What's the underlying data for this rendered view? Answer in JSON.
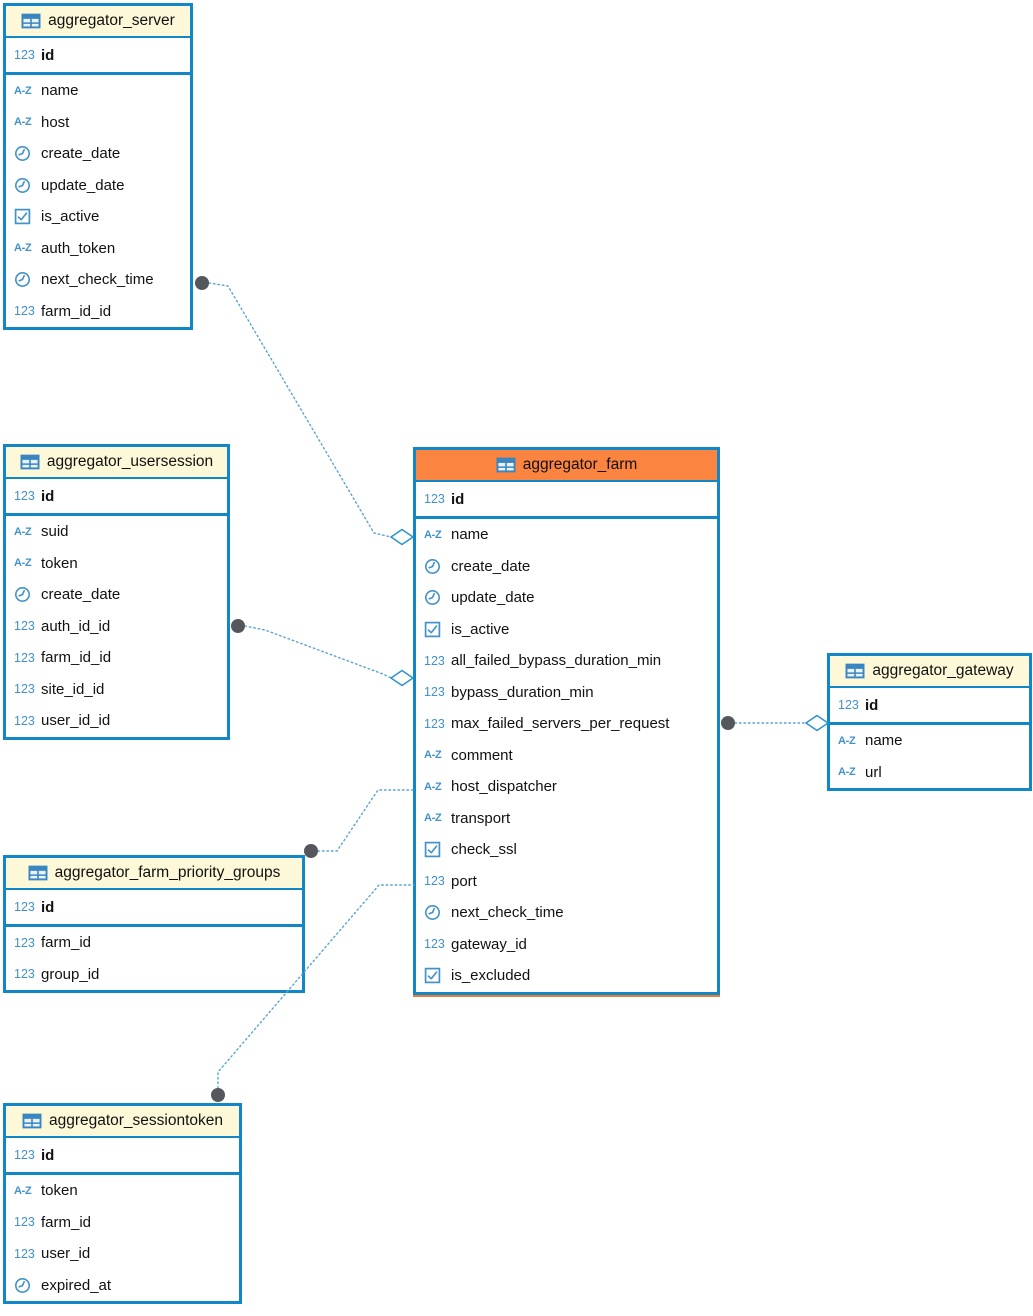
{
  "colors": {
    "table_border": "#1287c8",
    "header_yellow": "#fdf9d8",
    "header_orange": "#fb8440",
    "type_icon_blue": "#4292c8",
    "field_text": "#111111",
    "relation_line": "#5aa2d6",
    "relation_dot": "#54585c",
    "selection_orange": "#ed7d2e"
  },
  "icons": {
    "numeric": "123",
    "text": "A-Z",
    "datetime": "clock-icon",
    "boolean": "checkbox-icon",
    "table": "table-grid-icon"
  },
  "tables": {
    "server": {
      "title": "aggregator_server",
      "pk": "id",
      "fields": [
        {
          "name": "name",
          "type": "text"
        },
        {
          "name": "host",
          "type": "text"
        },
        {
          "name": "create_date",
          "type": "datetime"
        },
        {
          "name": "update_date",
          "type": "datetime"
        },
        {
          "name": "is_active",
          "type": "boolean"
        },
        {
          "name": "auth_token",
          "type": "text"
        },
        {
          "name": "next_check_time",
          "type": "datetime"
        },
        {
          "name": "farm_id_id",
          "type": "numeric"
        }
      ]
    },
    "usersession": {
      "title": "aggregator_usersession",
      "pk": "id",
      "fields": [
        {
          "name": "suid",
          "type": "text"
        },
        {
          "name": "token",
          "type": "text"
        },
        {
          "name": "create_date",
          "type": "datetime"
        },
        {
          "name": "auth_id_id",
          "type": "numeric"
        },
        {
          "name": "farm_id_id",
          "type": "numeric"
        },
        {
          "name": "site_id_id",
          "type": "numeric"
        },
        {
          "name": "user_id_id",
          "type": "numeric"
        }
      ]
    },
    "farm": {
      "title": "aggregator_farm",
      "pk": "id",
      "fields": [
        {
          "name": "name",
          "type": "text"
        },
        {
          "name": "create_date",
          "type": "datetime"
        },
        {
          "name": "update_date",
          "type": "datetime"
        },
        {
          "name": "is_active",
          "type": "boolean"
        },
        {
          "name": "all_failed_bypass_duration_min",
          "type": "numeric"
        },
        {
          "name": "bypass_duration_min",
          "type": "numeric"
        },
        {
          "name": "max_failed_servers_per_request",
          "type": "numeric"
        },
        {
          "name": "comment",
          "type": "text"
        },
        {
          "name": "host_dispatcher",
          "type": "text"
        },
        {
          "name": "transport",
          "type": "text"
        },
        {
          "name": "check_ssl",
          "type": "boolean"
        },
        {
          "name": "port",
          "type": "numeric"
        },
        {
          "name": "next_check_time",
          "type": "datetime"
        },
        {
          "name": "gateway_id",
          "type": "numeric"
        },
        {
          "name": "is_excluded",
          "type": "boolean"
        }
      ]
    },
    "gateway": {
      "title": "aggregator_gateway",
      "pk": "id",
      "fields": [
        {
          "name": "name",
          "type": "text"
        },
        {
          "name": "url",
          "type": "text"
        }
      ]
    },
    "priority_groups": {
      "title": "aggregator_farm_priority_groups",
      "pk": "id",
      "fields": [
        {
          "name": "farm_id",
          "type": "numeric"
        },
        {
          "name": "group_id",
          "type": "numeric"
        }
      ]
    },
    "sessiontoken": {
      "title": "aggregator_sessiontoken",
      "pk": "id",
      "fields": [
        {
          "name": "token",
          "type": "text"
        },
        {
          "name": "farm_id",
          "type": "numeric"
        },
        {
          "name": "user_id",
          "type": "numeric"
        },
        {
          "name": "expired_at",
          "type": "datetime"
        }
      ]
    }
  },
  "relationships": [
    {
      "from": "aggregator_server",
      "to": "aggregator_farm",
      "from_marker": "dot",
      "to_marker": "diamond"
    },
    {
      "from": "aggregator_usersession",
      "to": "aggregator_farm",
      "from_marker": "dot",
      "to_marker": "diamond"
    },
    {
      "from": "aggregator_farm",
      "to": "aggregator_gateway",
      "from_marker": "dot",
      "to_marker": "diamond"
    },
    {
      "from": "aggregator_farm_priority_groups",
      "to": "aggregator_farm",
      "from_marker": "dot",
      "to_marker": "none"
    },
    {
      "from": "aggregator_sessiontoken",
      "to": "aggregator_farm",
      "from_marker": "dot",
      "to_marker": "none"
    }
  ]
}
